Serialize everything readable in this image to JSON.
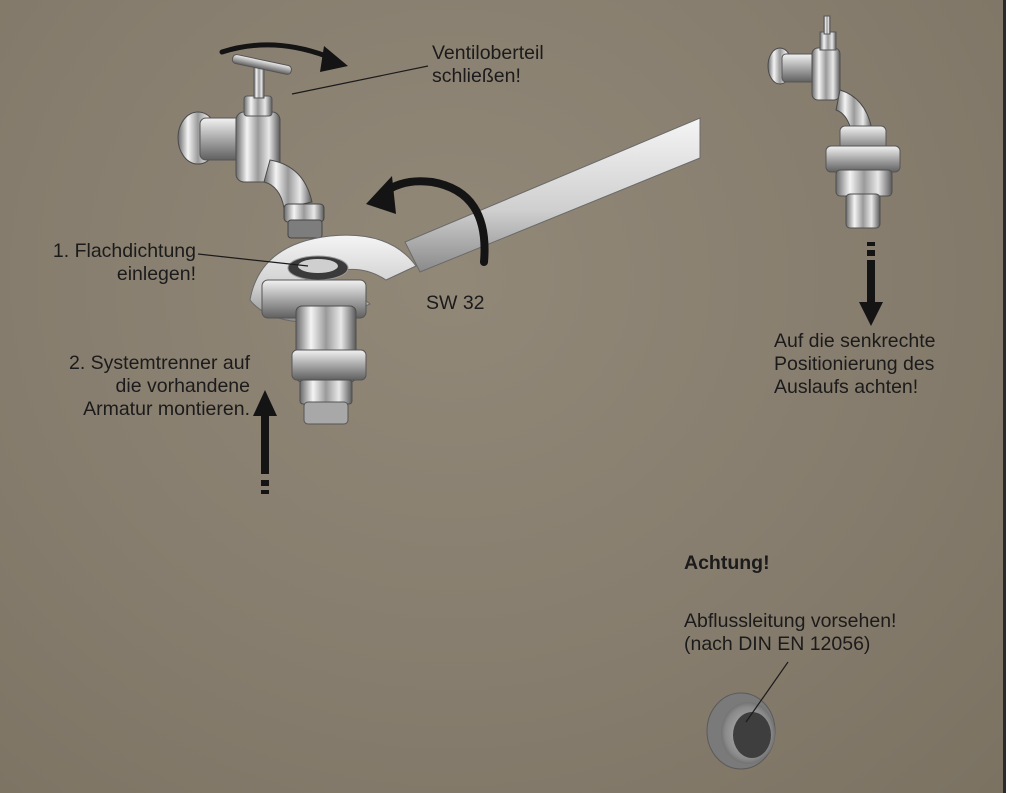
{
  "labels": {
    "valve_top": {
      "line1": "Ventiloberteil",
      "line2": "schließen!"
    },
    "step1": {
      "line1": "1. Flachdichtung",
      "line2": "einlegen!"
    },
    "wrench_size": "SW 32",
    "step2": {
      "line1": "2. Systemtrenner auf",
      "line2": "die vorhandene",
      "line3": "Armatur montieren."
    },
    "outlet_position": {
      "line1": "Auf die senkrechte",
      "line2": "Positionierung des",
      "line3": "Auslaufs achten!"
    },
    "warning": {
      "title": "Achtung!",
      "line1": "Abflussleitung vorsehen!",
      "line2": "(nach DIN EN 12056)"
    }
  },
  "colors": {
    "wall": "#877d6e",
    "chrome_light": "#f2f2f2",
    "chrome_dark": "#5e5e5e",
    "text": "#1b1b1b"
  },
  "icons": [
    "rotate-close-arrow-icon",
    "rotate-tighten-arrow-icon",
    "up-mount-arrow-icon",
    "down-direction-arrow-icon"
  ]
}
